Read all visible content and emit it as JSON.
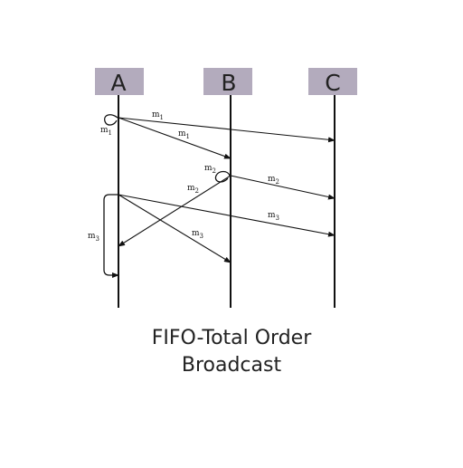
{
  "processes": [
    {
      "id": "A",
      "label": "A"
    },
    {
      "id": "B",
      "label": "B"
    },
    {
      "id": "C",
      "label": "C"
    }
  ],
  "messages": [
    {
      "name": "m1-self",
      "base": "m",
      "sub": "1"
    },
    {
      "name": "m1-to-c",
      "base": "m",
      "sub": "1"
    },
    {
      "name": "m1-to-b",
      "base": "m",
      "sub": "1"
    },
    {
      "name": "m2-self",
      "base": "m",
      "sub": "2"
    },
    {
      "name": "m2-to-a",
      "base": "m",
      "sub": "2"
    },
    {
      "name": "m2-to-c",
      "base": "m",
      "sub": "2"
    },
    {
      "name": "m3-to-c",
      "base": "m",
      "sub": "3"
    },
    {
      "name": "m3-to-b",
      "base": "m",
      "sub": "3"
    },
    {
      "name": "m3-self",
      "base": "m",
      "sub": "3"
    }
  ],
  "caption": {
    "line1": "FIFO-Total Order",
    "line2": "Broadcast"
  },
  "colors": {
    "process_box": "#b3abbd",
    "line": "#111111"
  }
}
